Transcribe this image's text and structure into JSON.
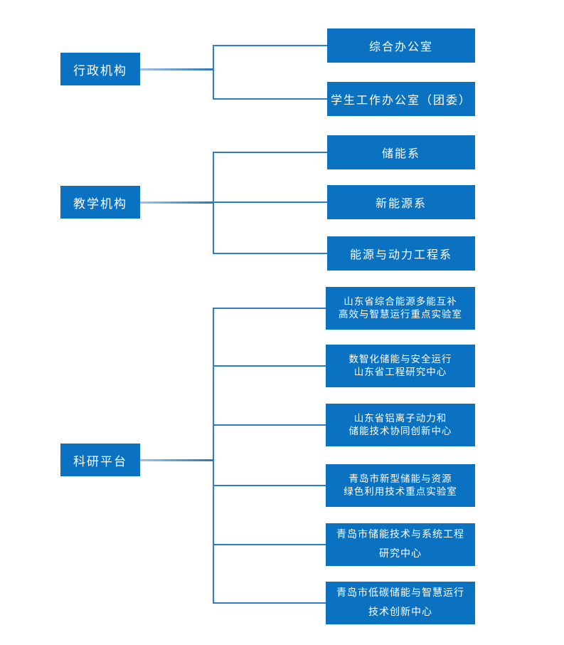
{
  "colors": {
    "box_fill": "#0b72c2",
    "box_text": "#ffffff",
    "connector": "#2b7cc9",
    "background": "#ffffff"
  },
  "chart_data": {
    "type": "org-chart",
    "groups": [
      {
        "parent": "行政机构",
        "children": [
          "综合办公室",
          "学生工作办公室（团委）"
        ]
      },
      {
        "parent": "教学机构",
        "children": [
          "储能系",
          "新能源系",
          "能源与动力工程系"
        ]
      },
      {
        "parent": "科研平台",
        "children": [
          "山东省综合能源多能互补\n高效与智慧运行重点实验室",
          "数智化储能与安全运行\n山东省工程研究中心",
          "山东省铝离子动力和\n储能技术协同创新中心",
          "青岛市新型储能与资源\n绿色利用技术重点实验室",
          "青岛市储能技术与系统工程\n研究中心",
          "青岛市低碳储能与智慧运行\n技术创新中心"
        ]
      }
    ]
  }
}
